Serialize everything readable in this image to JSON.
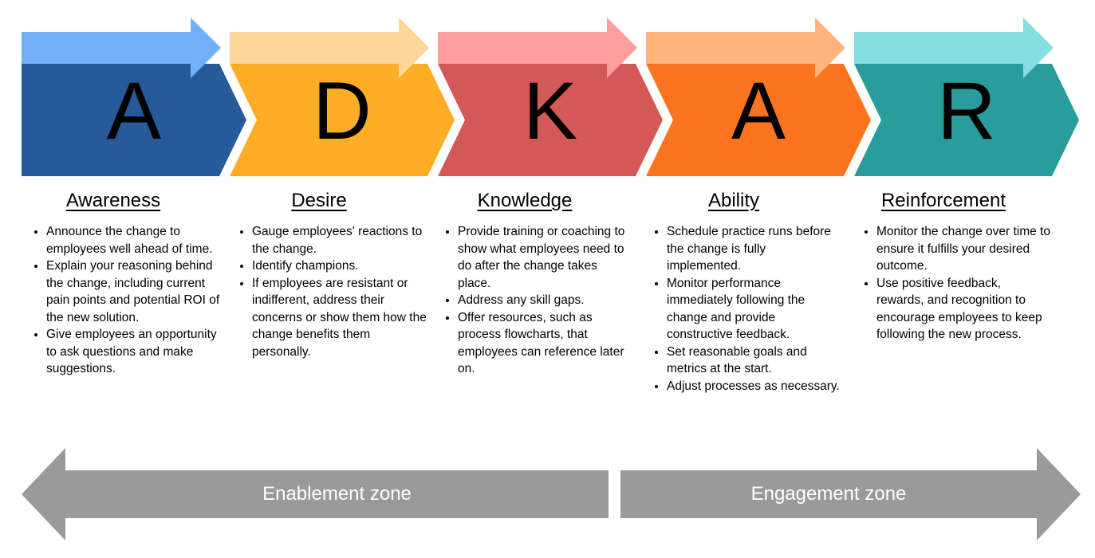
{
  "stages": [
    {
      "letter": "A",
      "title": "Awareness",
      "body_color": "#275A99",
      "arrow_color": "#74AFFA",
      "bullets": [
        "Announce the change to employees well ahead of time.",
        "Explain your reasoning behind the change, including current pain points and potential ROI of the new solution.",
        "Give employees an opportunity to ask questions and make suggestions."
      ]
    },
    {
      "letter": "D",
      "title": "Desire",
      "body_color": "#FFAD24",
      "arrow_color": "#FFD699",
      "bullets": [
        "Gauge employees' reactions to the change.",
        "Identify champions.",
        "If employees are resistant or indifferent, address their concerns or show them how the change benefits them personally."
      ]
    },
    {
      "letter": "K",
      "title": "Knowledge",
      "body_color": "#D45858",
      "arrow_color": "#FF9D9D",
      "bullets": [
        "Provide training or coaching to show what employees need to do after the change takes place.",
        "Address any skill gaps.",
        "Offer resources, such as process flowcharts, that employees can reference later on."
      ]
    },
    {
      "letter": "A",
      "title": "Ability",
      "body_color": "#FC7420",
      "arrow_color": "#FFB57D",
      "bullets": [
        "Schedule practice runs before the change is fully implemented.",
        "Monitor performance immediately following the change and provide constructive feedback.",
        "Set reasonable goals and metrics at the start.",
        "Adjust processes as necessary."
      ]
    },
    {
      "letter": "R",
      "title": "Reinforcement",
      "body_color": "#299C9C",
      "arrow_color": "#85DFDF",
      "bullets": [
        "Monitor the change over time to ensure it fulfills your desired outcome.",
        "Use positive feedback, rewards, and recognition to encourage employees to keep following the new process."
      ]
    }
  ],
  "zones": [
    {
      "label": "Enablement zone",
      "direction": "left",
      "color": "#9A9A9A",
      "text_color": "#FFFFFF"
    },
    {
      "label": "Engagement zone",
      "direction": "right",
      "color": "#9A9A9A",
      "text_color": "#FFFFFF"
    }
  ],
  "colors": {
    "letter_text": "#000000",
    "background": "#FFFFFF"
  }
}
